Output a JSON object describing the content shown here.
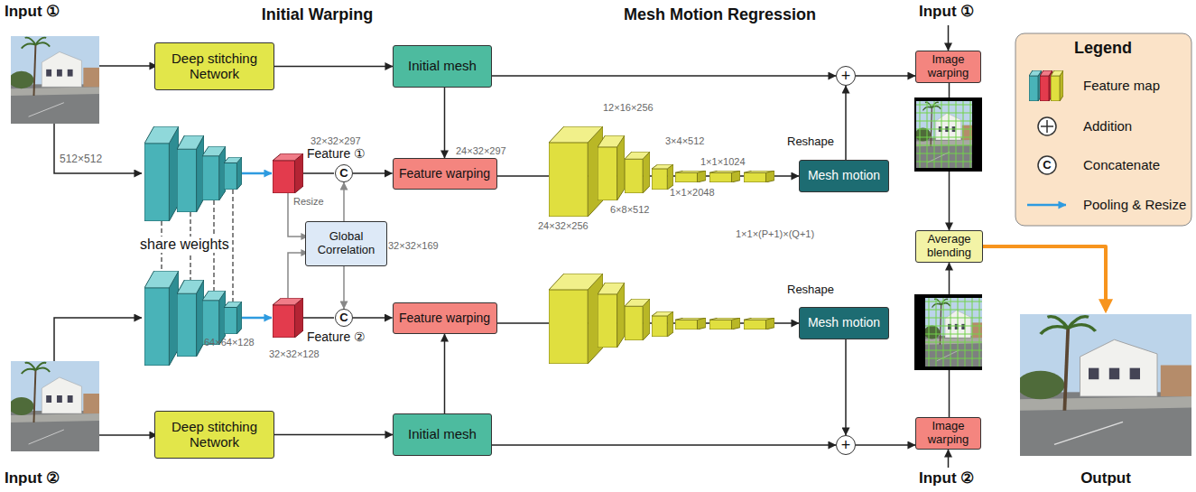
{
  "diagram": {
    "nodes": [
      {
        "text": [
          "Initial Warping"
        ]
      },
      {
        "text": [
          "Mesh Motion Regression"
        ]
      },
      {
        "text": [
          "Deep stitching Network"
        ],
        "in": 0
      },
      {
        "text": [
          "Initial mesh"
        ],
        "in": 0
      },
      {
        "text": [
          "Feature warping"
        ],
        "in": 0
      },
      {
        "text": [
          "C"
        ],
        "in": 0
      },
      {
        "text": [
          "Global Correlation"
        ],
        "in": 0
      },
      {
        "text": [
          "C"
        ],
        "in": 0
      },
      {
        "text": [
          "Feature warping"
        ],
        "in": 0
      },
      {
        "text": [
          "Deep stitching Network"
        ],
        "in": 0
      },
      {
        "text": [
          "Initial mesh"
        ],
        "in": 0
      },
      {
        "text": [
          "Mesh motion"
        ],
        "in": 1
      },
      {
        "text": [
          "Mesh motion"
        ],
        "in": 1
      },
      {
        "text": [
          "+"
        ]
      },
      {
        "text": [
          "+"
        ]
      },
      {
        "text": [
          "Image warping"
        ]
      },
      {
        "text": [
          "Image warping"
        ]
      },
      {
        "text": [
          "Average blending"
        ]
      }
    ],
    "edges": [
      {
        "from": 2,
        "to": 3,
        "arrow": "to"
      },
      {
        "from": 3,
        "to": 4,
        "arrow": "to"
      },
      {
        "from": 5,
        "to": 4,
        "arrow": "to"
      },
      {
        "from": 6,
        "to": 5,
        "arrow": "to"
      },
      {
        "from": 6,
        "to": 7,
        "arrow": "to"
      },
      {
        "from": 3,
        "to": 13,
        "arrow": "to"
      },
      {
        "from": 11,
        "to": 13,
        "arrow": "to"
      },
      {
        "from": 13,
        "to": 15,
        "arrow": "to"
      },
      {
        "from": 4,
        "to": 11,
        "arrow": "to"
      },
      {
        "from": 9,
        "to": 10,
        "arrow": "to"
      },
      {
        "from": 10,
        "to": 8,
        "arrow": "to"
      },
      {
        "from": 7,
        "to": 8,
        "arrow": "to"
      },
      {
        "from": 10,
        "to": 14,
        "arrow": "to"
      },
      {
        "from": 12,
        "to": 14,
        "arrow": "to"
      },
      {
        "from": 14,
        "to": 16,
        "arrow": "to"
      },
      {
        "from": 8,
        "to": 12,
        "arrow": "to"
      },
      {
        "from": 15,
        "to": 17,
        "arrow": "to"
      },
      {
        "from": 16,
        "to": 17,
        "arrow": "to"
      }
    ],
    "labels": [
      "Input ①",
      "512×512",
      "32×32×297",
      "Feature ①",
      "Resize",
      "24×32×297",
      "share weights",
      "32×32×169",
      "64×64×128",
      "32×32×128",
      "Feature ②",
      "Input ②",
      "12×16×256",
      "3×4×512",
      "1×1×1024",
      "Reshape",
      "24×32×256",
      "6×8×512",
      "1×1×2048",
      "1×1×(P+1)×(Q+1)",
      "Reshape",
      "Input ①",
      "Input ②",
      "Output",
      "Legend",
      "C"
    ],
    "legend": [
      {
        "text": "Feature map"
      },
      {
        "text": "Addition"
      },
      {
        "text": "Concatenate"
      },
      {
        "text": "Pooling & Resize"
      }
    ]
  }
}
